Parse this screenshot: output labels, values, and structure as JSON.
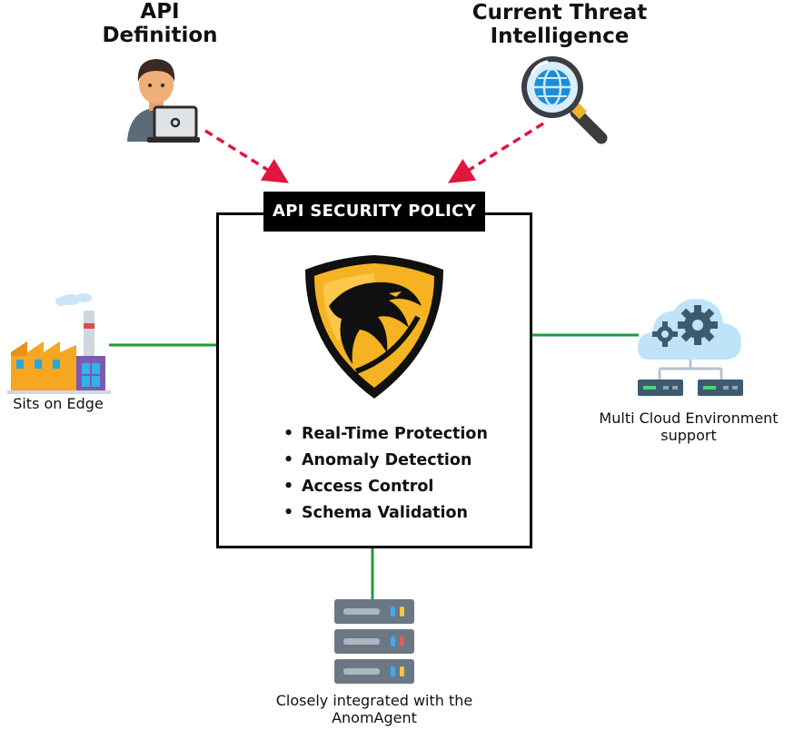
{
  "inputs": {
    "api_definition": {
      "title_lines": [
        "API",
        "Definition"
      ],
      "icon": "developer-laptop-icon"
    },
    "threat_intelligence": {
      "title_lines": [
        "Current Threat",
        "Intelligence"
      ],
      "icon": "magnifier-globe-icon"
    }
  },
  "policy": {
    "title": "API SECURITY POLICY",
    "logo": "eagle-shield-icon",
    "features": [
      "Real-Time Protection",
      "Anomaly Detection",
      "Access Control",
      "Schema Validation"
    ]
  },
  "nodes": {
    "edge": {
      "caption_lines": [
        "Sits on Edge"
      ],
      "icon": "factory-icon"
    },
    "cloud": {
      "caption_lines": [
        "Multi Cloud Environment",
        "support"
      ],
      "icon": "cloud-gears-icon"
    },
    "agent": {
      "caption_lines": [
        "Closely integrated with the",
        "AnomAgent"
      ],
      "icon": "server-rack-icon"
    }
  },
  "colors": {
    "input_arrow": "#e0163f",
    "link_line": "#1e9a3c",
    "shield_gold": "#f5b323",
    "box_border": "#000000"
  }
}
